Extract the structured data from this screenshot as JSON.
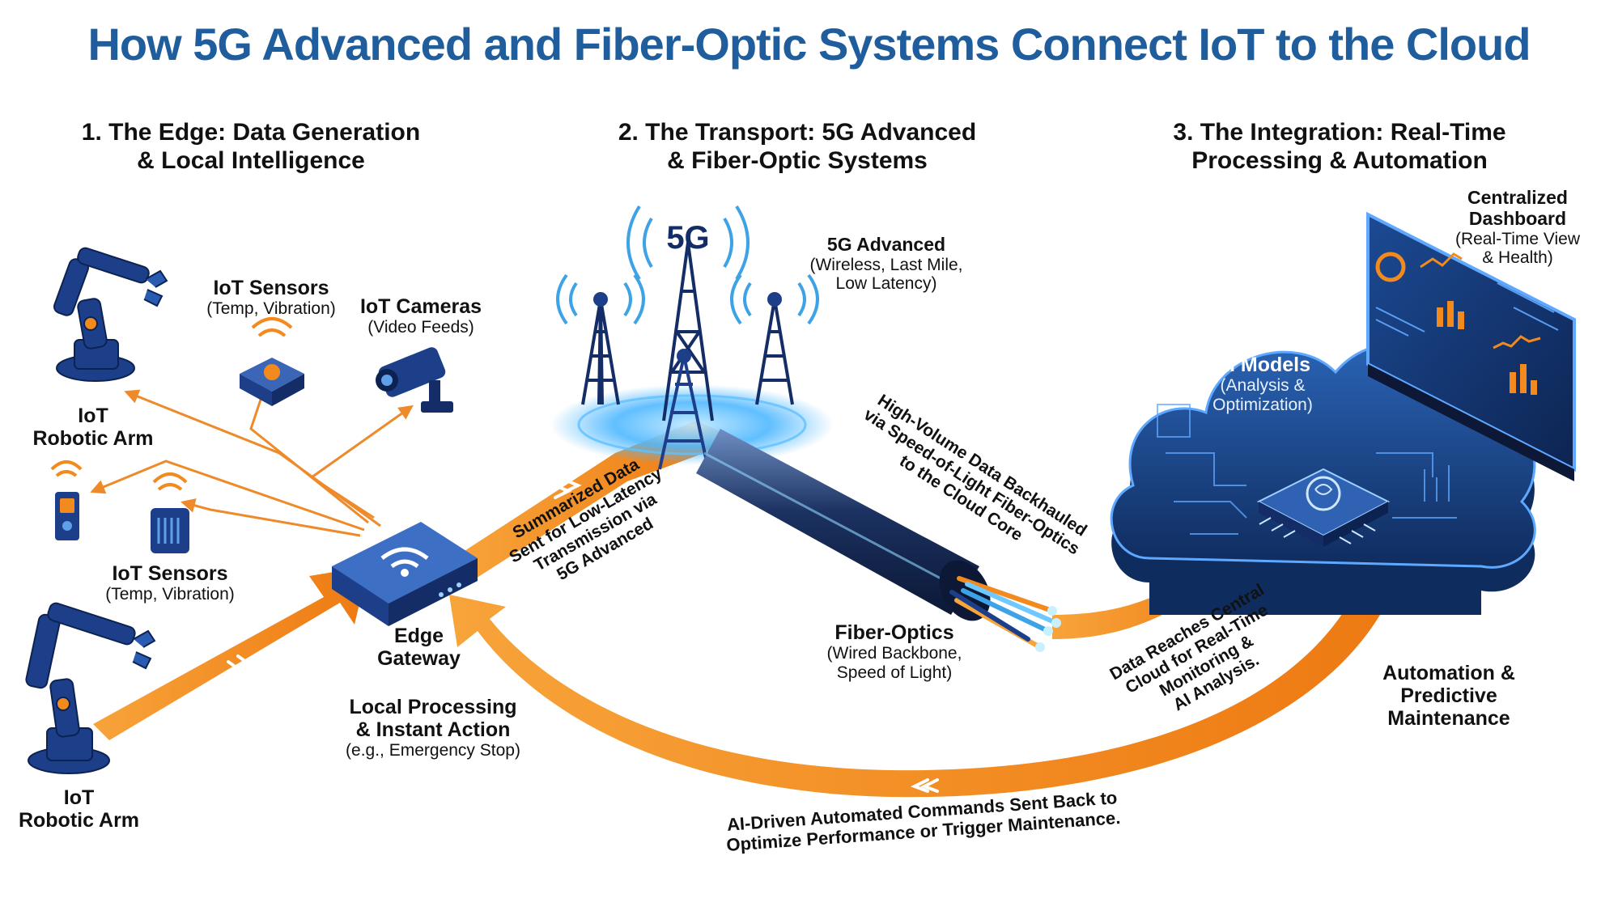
{
  "title": "How 5G Advanced and Fiber-Optic Systems Connect IoT to the Cloud",
  "sections": {
    "edge": {
      "line1": "1. The Edge: Data Generation",
      "line2": "& Local Intelligence"
    },
    "transport": {
      "line1": "2. The Transport: 5G Advanced",
      "line2": "& Fiber-Optic Systems"
    },
    "integration": {
      "line1": "3. The Integration: Real-Time",
      "line2": "Processing & Automation"
    }
  },
  "edge_labels": {
    "robotic_arm_top": {
      "line1": "IoT",
      "line2": "Robotic Arm"
    },
    "robotic_arm_bottom": {
      "line1": "IoT",
      "line2": "Robotic Arm"
    },
    "sensors_top": {
      "name": "IoT Sensors",
      "detail": "(Temp, Vibration)"
    },
    "sensors_mid": {
      "name": "IoT Sensors",
      "detail": "(Temp, Vibration)"
    },
    "cameras": {
      "name": "IoT Cameras",
      "detail": "(Video Feeds)"
    },
    "gateway": {
      "line1": "Edge",
      "line2": "Gateway"
    },
    "local": {
      "line1": "Local Processing",
      "line2": "& Instant Action",
      "detail": "(e.g., Emergency Stop)"
    }
  },
  "transport_labels": {
    "tower_badge": "5G",
    "fiveg": {
      "name": "5G Advanced",
      "detail1": "(Wireless, Last Mile,",
      "detail2": "Low Latency)"
    },
    "fiber": {
      "name": "Fiber-Optics",
      "detail1": "(Wired Backbone,",
      "detail2": "Speed of Light)"
    },
    "summarized": {
      "line1": "Summarized Data",
      "line2": "Sent for Low-Latency",
      "line3": "Transmission via",
      "line4": "5G Advanced"
    },
    "backhaul": {
      "line1": "High-Volume Data Backhauled",
      "line2": "via Speed-of-Light Fiber-Optics",
      "line3": "to the Cloud Core"
    }
  },
  "cloud_labels": {
    "ai": {
      "name": "AI Models",
      "detail1": "(Analysis &",
      "detail2": "Optimization)"
    },
    "dashboard": {
      "line1": "Centralized",
      "line2": "Dashboard",
      "detail1": "(Real-Time View",
      "detail2": "& Health)"
    },
    "reaches": {
      "line1": "Data Reaches Central",
      "line2": "Cloud for Real-Time",
      "line3": "Monitoring &",
      "line4": "AI Analysis."
    },
    "automation": {
      "line1": "Automation &",
      "line2": "Predictive",
      "line3": "Maintenance"
    }
  },
  "feedback": {
    "line1": "AI-Driven Automated Commands Sent Back to",
    "line2": "Optimize Performance or Trigger Maintenance."
  },
  "colors": {
    "title": "#1f5d9c",
    "arrow": "#f28a1e",
    "device": "#1d3f8a",
    "cloud": "#163e7a",
    "glow": "#38b6ff"
  }
}
